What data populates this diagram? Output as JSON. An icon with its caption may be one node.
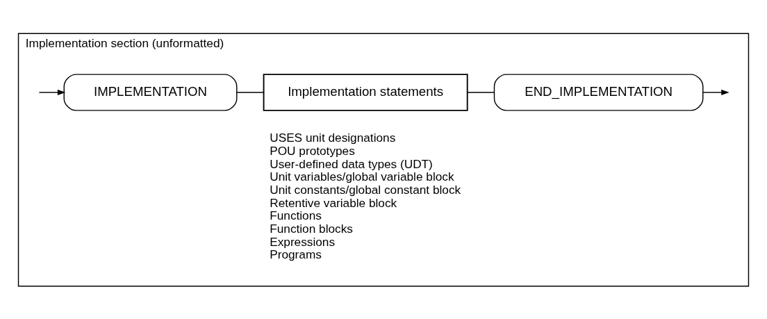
{
  "diagram": {
    "nodes": [
      {
        "text": [
          "Implementation section (unformatted)"
        ]
      },
      {
        "text": [
          "IMPLEMENTATION"
        ],
        "in": 0
      },
      {
        "text": [
          "Implementation statements"
        ],
        "in": 0,
        "beside": [
          "USES unit designations",
          "POU prototypes",
          "User-defined data types (UDT)",
          "Unit variables/global variable block",
          "Unit constants/global constant block",
          "Retentive variable block",
          "Functions",
          "Function blocks",
          "Expressions",
          "Programs"
        ]
      },
      {
        "text": [
          "END_IMPLEMENTATION"
        ],
        "in": 0
      }
    ],
    "edges": [
      {
        "from": null,
        "to": 1,
        "arrow": "to"
      },
      {
        "from": 1,
        "to": 2,
        "arrow": "none"
      },
      {
        "from": 2,
        "to": 3,
        "arrow": "none"
      },
      {
        "from": 3,
        "to": null,
        "arrow": "to"
      }
    ]
  }
}
